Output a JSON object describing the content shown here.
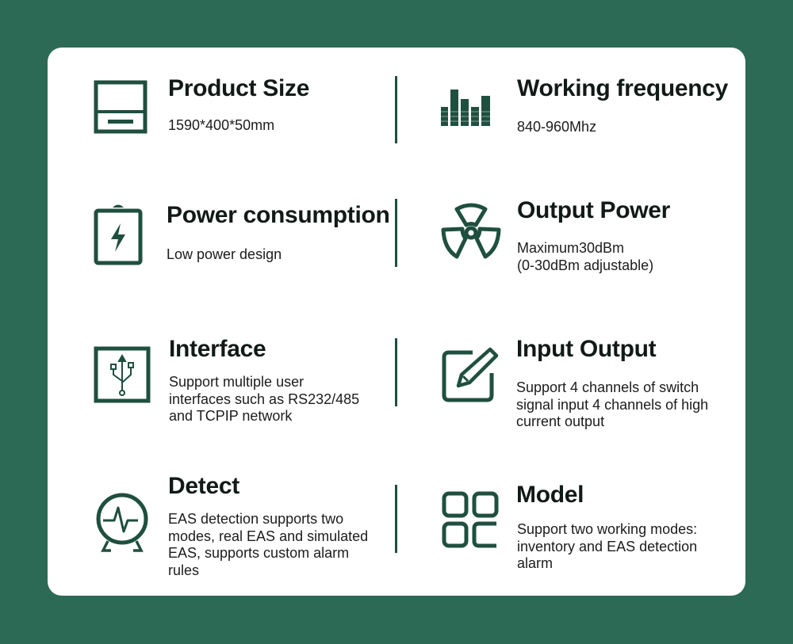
{
  "accent_color": "#1f4f3f",
  "background_color": "#2d6a56",
  "features": [
    {
      "icon": "product-size-icon",
      "title": "Product Size",
      "desc": "1590*400*50mm"
    },
    {
      "icon": "frequency-bars-icon",
      "title": "Working frequency",
      "desc": "840-960Mhz"
    },
    {
      "icon": "battery-icon",
      "title": "Power consumption",
      "desc": "Low power design"
    },
    {
      "icon": "radiation-icon",
      "title": "Output Power",
      "desc": "Maximum30dBm\n(0-30dBm adjustable)"
    },
    {
      "icon": "usb-icon",
      "title": "Interface",
      "desc": "Support multiple user\ninterfaces such as RS232/485\nand TCPIP network"
    },
    {
      "icon": "edit-icon",
      "title": "Input Output",
      "desc": "Support 4 channels of switch\nsignal input 4 channels of high\ncurrent output"
    },
    {
      "icon": "pulse-monitor-icon",
      "title": "Detect",
      "desc": "EAS detection supports two\nmodes, real EAS and simulated\nEAS, supports custom alarm\nrules"
    },
    {
      "icon": "grid-apps-icon",
      "title": "Model",
      "desc": "Support two working modes:\ninventory and EAS detection\nalarm"
    }
  ]
}
